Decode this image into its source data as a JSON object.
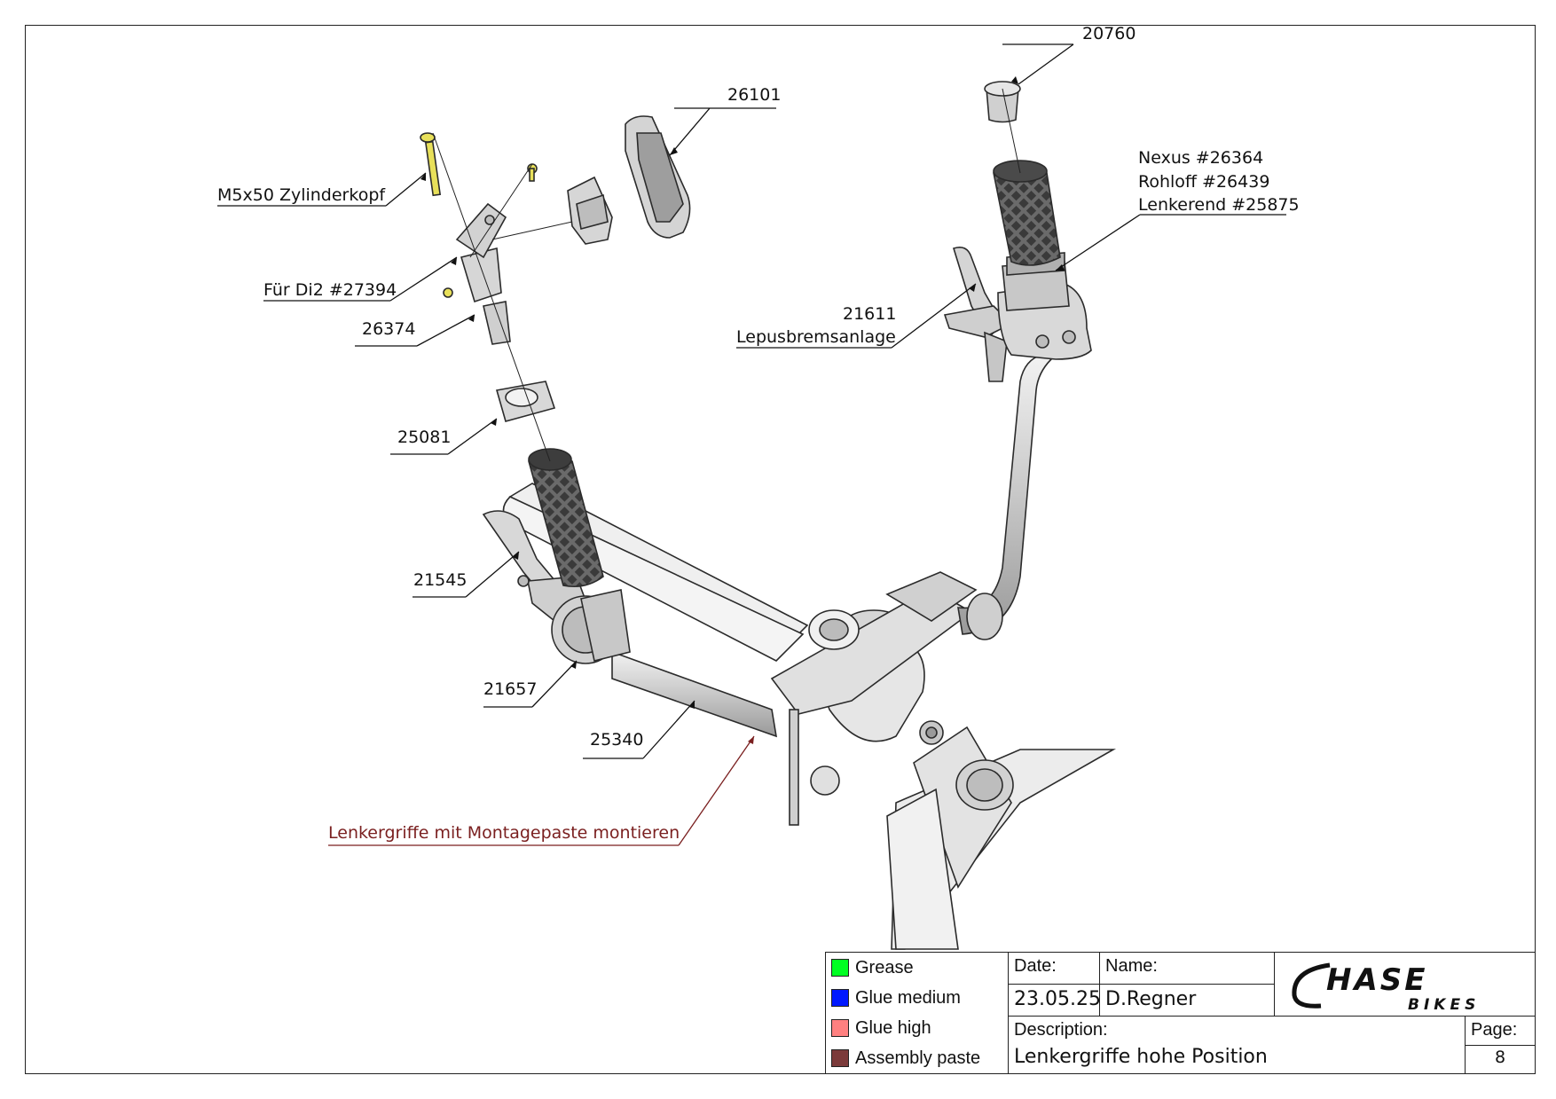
{
  "callouts": {
    "c20760": "20760",
    "c26101": "26101",
    "nexus": "Nexus #26364",
    "rohloff": "Rohloff #26439",
    "lenkerend": "Lenkerend #25875",
    "m5x50": "M5x50 Zylinderkopf",
    "di2": "Für Di2 #27394",
    "c26374": "26374",
    "c21611": "21611",
    "lepus": "Lepusbremsanlage",
    "c25081": "25081",
    "c21545": "21545",
    "c21657": "21657",
    "c25340": "25340",
    "note": "Lenkergriffe mit Montagepaste montieren"
  },
  "legend": [
    {
      "label": "Grease",
      "color": "#00ff22"
    },
    {
      "label": "Glue medium",
      "color": "#0018ff"
    },
    {
      "label": "Glue high",
      "color": "#ff8080"
    },
    {
      "label": "Assembly paste",
      "color": "#7b3a3a"
    }
  ],
  "title_block": {
    "date_label": "Date:",
    "date": "23.05.25",
    "name_label": "Name:",
    "name": "D.Regner",
    "description_label": "Description:",
    "description": "Lenkergriffe hohe Position",
    "page_label": "Page:",
    "page": "8",
    "logo_main": "HASE",
    "logo_sub": "BIKES"
  },
  "colors": {
    "part_fill": "#d9d9d9",
    "part_dark": "#8c8c8c",
    "grip": "#5a5a5a",
    "bolt": "#e8e05a",
    "note_red": "#7a1f1f"
  }
}
